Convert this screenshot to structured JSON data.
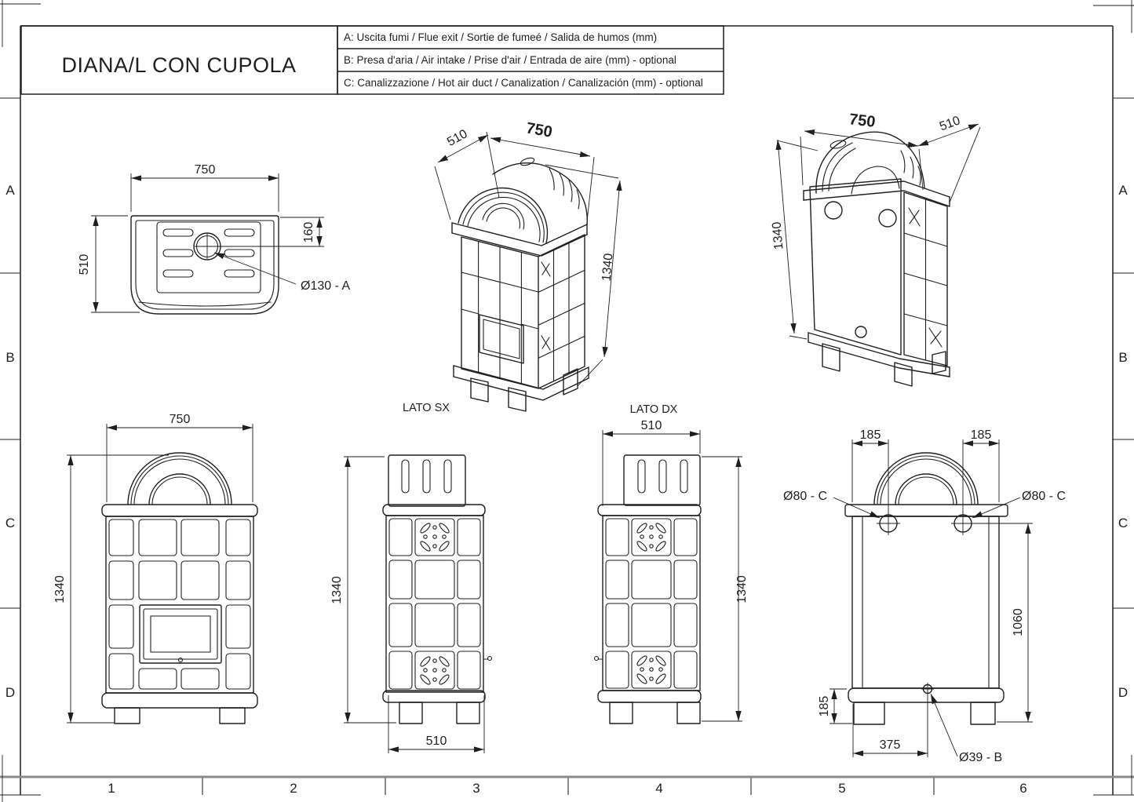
{
  "sheet": {
    "title": "DIANA/L CON CUPOLA",
    "legend_rows": [
      "A: Uscita fumi / Flue exit / Sortie de fumeé / Salida de humos (mm)",
      "B: Presa d'aria / Air intake / Prise d'air / Entrada de aire (mm) - optional",
      "C: Canalizzazione / Hot air duct / Canalization / Canalización (mm) - optional"
    ],
    "row_labels": [
      "A",
      "B",
      "C",
      "D"
    ],
    "col_labels": [
      "1",
      "2",
      "3",
      "4",
      "5",
      "6"
    ],
    "colors": {
      "ink": "#1f1f1f",
      "grid_gray": "#8a8a8a",
      "paper": "#ffffff"
    }
  },
  "views": {
    "plan": {
      "width": "750",
      "depth": "510",
      "flue_offset": "160",
      "flue_callout": "Ø130 - A"
    },
    "iso_front": {
      "depth": "510",
      "width": "750",
      "height": "1340"
    },
    "iso_rear": {
      "width": "750",
      "depth": "510",
      "height": "1340"
    },
    "front": {
      "width": "750",
      "height": "1340"
    },
    "side_sx": {
      "caption": "LATO SX",
      "height": "1340",
      "depth": "510"
    },
    "side_dx": {
      "caption": "LATO DX",
      "depth": "510",
      "height": "1340"
    },
    "rear": {
      "duct_offset_left": "185",
      "duct_offset_right": "185",
      "duct_callout_left": "Ø80 - C",
      "duct_callout_right": "Ø80 - C",
      "duct_height": "1060",
      "plinth_height": "185",
      "intake_offset": "375",
      "intake_callout": "Ø39 - B"
    }
  }
}
